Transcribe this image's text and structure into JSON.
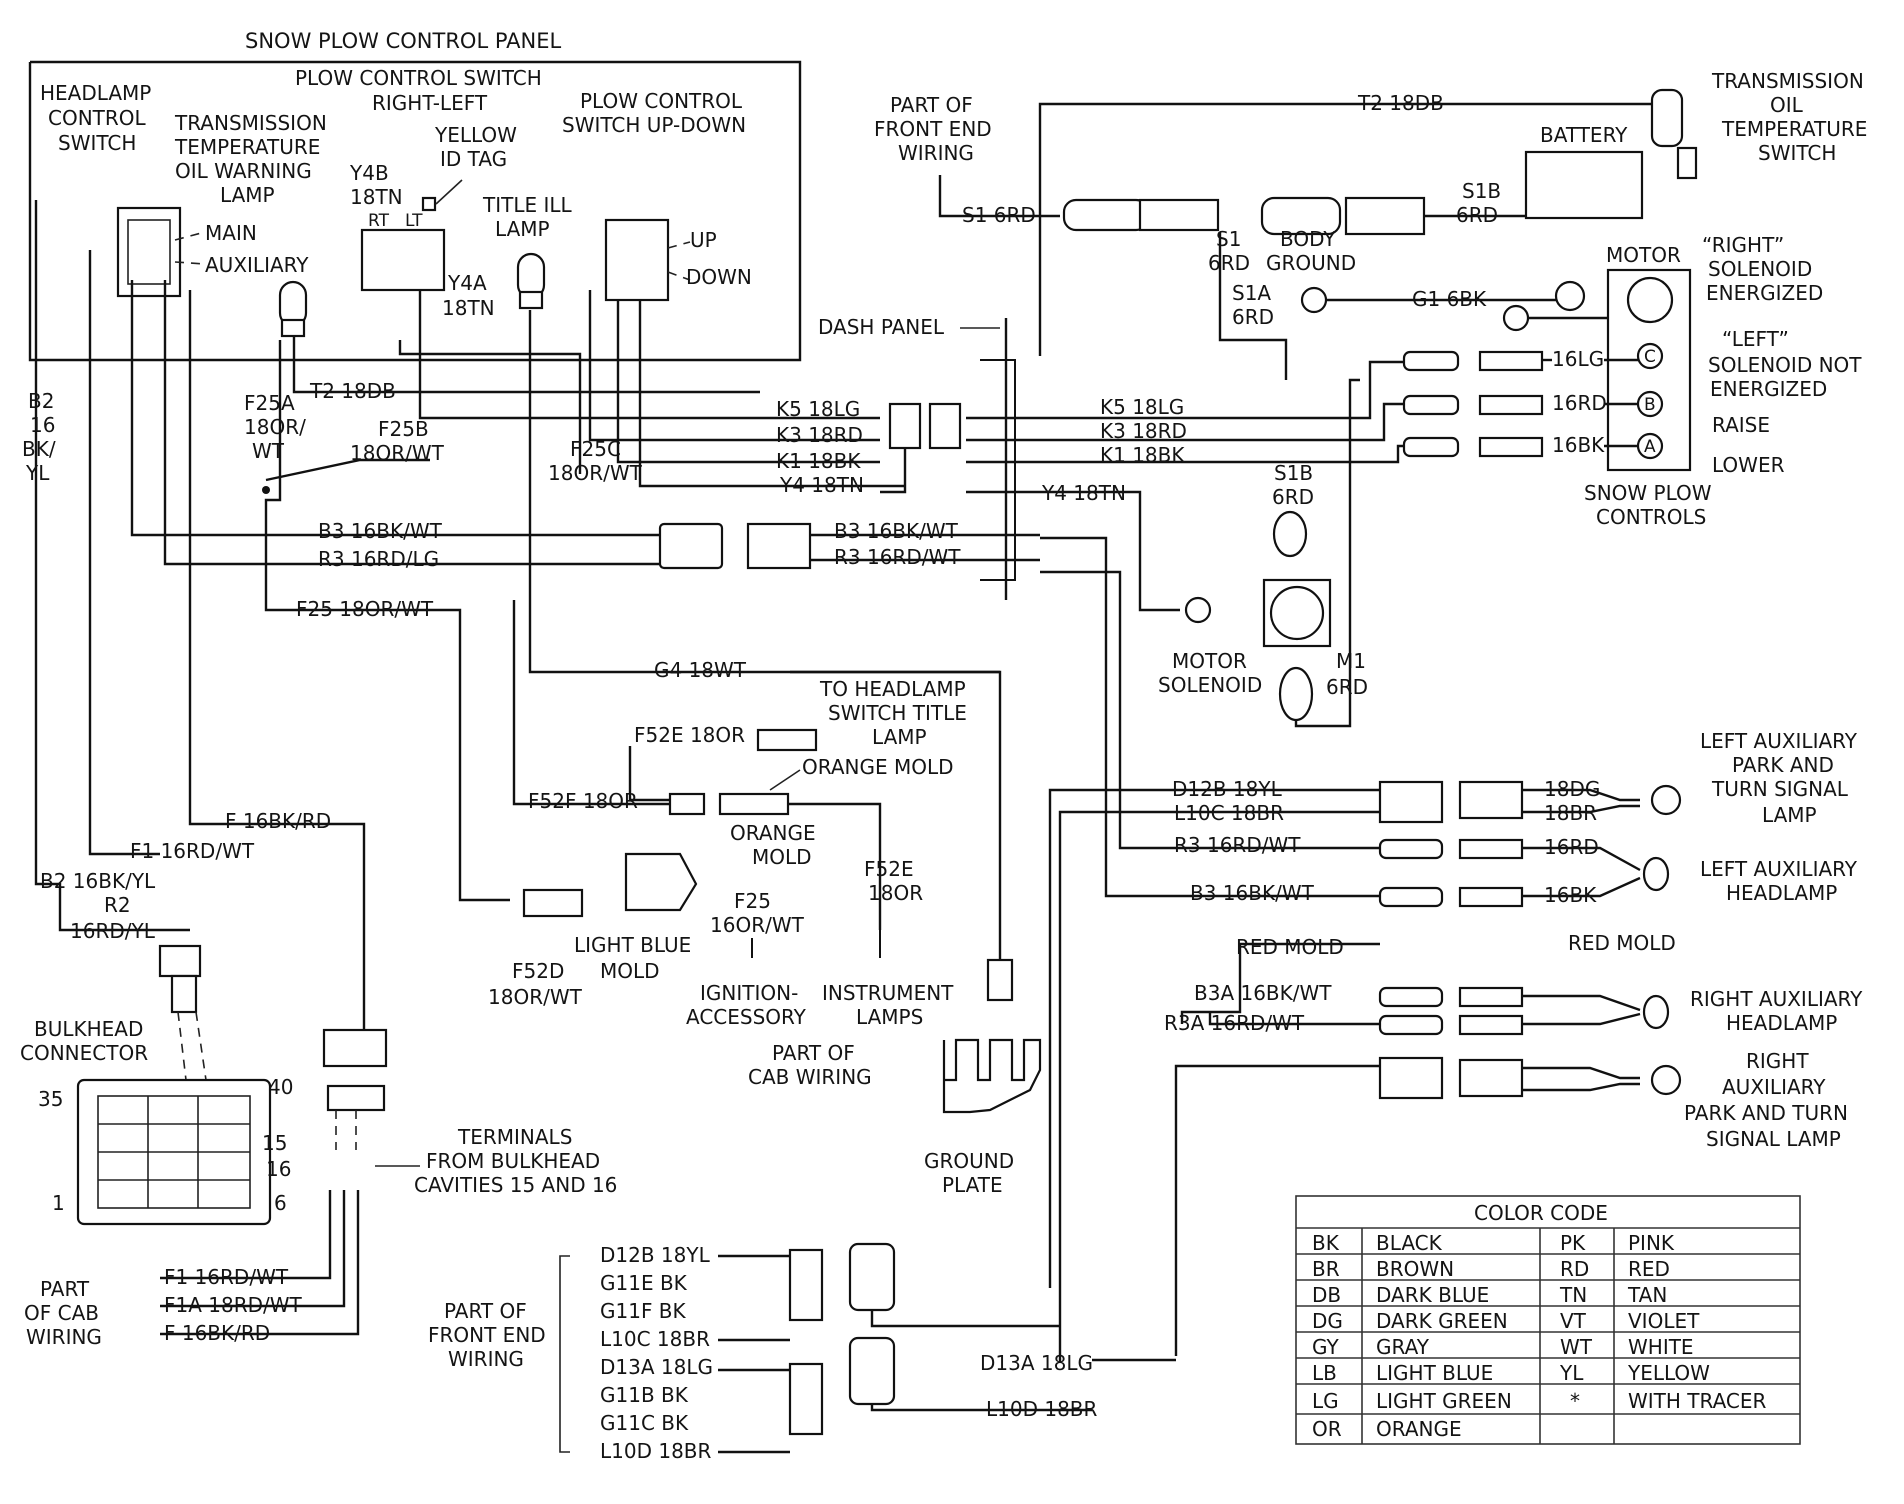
{
  "panel": {
    "title": "SNOW PLOW CONTROL PANEL",
    "headlamp_switch": [
      "HEADLAMP",
      "CONTROL",
      "SWITCH"
    ],
    "trans_lamp": [
      "TRANSMISSION",
      "TEMPERATURE",
      "OIL WARNING",
      "LAMP"
    ],
    "plow_switch_rl": [
      "PLOW CONTROL SWITCH",
      "RIGHT-LEFT"
    ],
    "yellow_tag": [
      "YELLOW",
      "ID TAG"
    ],
    "plow_switch_ud": [
      "PLOW CONTROL",
      "SWITCH UP-DOWN"
    ],
    "title_lamp": [
      "TITLE ILL",
      "LAMP"
    ],
    "main": "MAIN",
    "auxiliary": "AUXILIARY",
    "up": "UP",
    "down": "DOWN",
    "rt": "RT",
    "lt": "LT",
    "y4b": "Y4B",
    "y4b_size": "18TN",
    "y4a": "Y4A",
    "y4a_size": "18TN"
  },
  "left": {
    "b2": [
      "B2",
      "16",
      "BK/",
      "YL"
    ],
    "f25a": [
      "F25A",
      "18OR/",
      "WT"
    ],
    "t2": "T2 18DB",
    "f25b": [
      "F25B",
      "18OR/WT"
    ],
    "f25c": [
      "F25C",
      "18OR/WT"
    ],
    "b3": "B3 16BK/WT",
    "r3": "R3 16RD/LG",
    "f25": "F25 18OR/WT",
    "f16": "F 16BK/RD",
    "f1": "F1 16RD/WT",
    "b2_16": "B2 16BK/YL",
    "r2": [
      "R2",
      "16RD/YL"
    ]
  },
  "bulkhead": {
    "title": [
      "BULKHEAD",
      "CONNECTOR"
    ],
    "pin35": "35",
    "pin40": "40",
    "pin15": "15",
    "pin16": "16",
    "pin1": "1",
    "pin6": "6",
    "terminals": [
      "TERMINALS",
      "FROM BULKHEAD",
      "CAVITIES 15 AND 16"
    ],
    "cab_wiring": [
      "PART",
      "OF CAB",
      "WIRING"
    ],
    "cab_f1": "F1 16RD/WT",
    "cab_f1a": "F1A 18RD/WT",
    "cab_f": "F 16BK/RD"
  },
  "center": {
    "k5": "K5 18LG",
    "k3": "K3 18RD",
    "k1": "K1 18BK",
    "y4": "Y4 18TN",
    "b3": "B3 16BK/WT",
    "r3": "R3 16RD/WT",
    "g4": "G4 18WT",
    "to_headlamp": [
      "TO HEADLAMP",
      "SWITCH TITLE",
      "LAMP"
    ],
    "f52e": "F52E 18OR",
    "orange_mold": "ORANGE MOLD",
    "f52f": "F52F 18OR",
    "orange_mold2": [
      "ORANGE",
      "MOLD"
    ],
    "f52e_v": [
      "F52E",
      "18OR"
    ],
    "f25_16": [
      "F25",
      "16OR/WT"
    ],
    "light_blue": [
      "LIGHT BLUE",
      "MOLD"
    ],
    "f52d": [
      "F52D",
      "18OR/WT"
    ],
    "ignition": [
      "IGNITION-",
      "ACCESSORY"
    ],
    "instrument": [
      "INSTRUMENT",
      "LAMPS"
    ],
    "part_cab": [
      "PART OF",
      "CAB WIRING"
    ],
    "ground_plate": [
      "GROUND",
      "PLATE"
    ],
    "dash_panel": "DASH PANEL",
    "front_end": [
      "PART OF",
      "FRONT END",
      "WIRING"
    ],
    "s1": "S1 6RD"
  },
  "right": {
    "t2": "T2 18DB",
    "trans_switch": [
      "TRANSMISSION",
      "OIL",
      "TEMPERATURE",
      "SWITCH"
    ],
    "battery": "BATTERY",
    "s1b_top": [
      "S1B",
      "6RD"
    ],
    "s1": [
      "S1",
      "6RD"
    ],
    "body_ground": [
      "BODY",
      "GROUND"
    ],
    "s1a": [
      "S1A",
      "6RD"
    ],
    "g1": "G1 6BK",
    "motor": "MOTOR",
    "right_sol": [
      "“RIGHT”",
      "SOLENOID",
      "ENERGIZED"
    ],
    "left_sol": [
      "“LEFT”",
      "SOLENOID NOT",
      "ENERGIZED"
    ],
    "raise": "RAISE",
    "lower": "LOWER",
    "w16lg": "16LG",
    "w16rd": "16RD",
    "w16bk": "16BK",
    "term_c": "C",
    "term_b": "B",
    "term_a": "A",
    "snow_plow_controls": [
      "SNOW PLOW",
      "CONTROLS"
    ],
    "k5": "K5 18LG",
    "k3": "K3 18RD",
    "k1": "K1 18BK",
    "y4": "Y4 18TN",
    "s1b": [
      "S1B",
      "6RD"
    ],
    "motor_sol": [
      "MOTOR",
      "SOLENOID"
    ],
    "m1": [
      "M1",
      "6RD"
    ]
  },
  "aux": {
    "d12b": "D12B 18YL",
    "l10c": "L10C 18BR",
    "r3": "R3 16RD/WT",
    "b3": "B3 16BK/WT",
    "b3a": "B3A 16BK/WT",
    "r3a": "R3A 16RD/WT",
    "red_mold_l": "RED MOLD",
    "red_mold_r": "RED MOLD",
    "w18dg": "18DG",
    "w18br": "18BR",
    "w16rd": "16RD",
    "w16bk": "16BK",
    "left_park": [
      "LEFT AUXILIARY",
      "PARK AND",
      "TURN SIGNAL",
      "LAMP"
    ],
    "left_head": [
      "LEFT AUXILIARY",
      "HEADLAMP"
    ],
    "right_head": [
      "RIGHT AUXILIARY",
      "HEADLAMP"
    ],
    "right_park": [
      "RIGHT",
      "AUXILIARY",
      "PARK AND TURN",
      "SIGNAL LAMP"
    ]
  },
  "front": {
    "title": [
      "PART OF",
      "FRONT END",
      "WIRING"
    ],
    "d12b": "D12B 18YL",
    "g11e": "G11E  BK",
    "g11f": "G11F  BK",
    "l10c": "L10C  18BR",
    "d13a": "D13A  18LG",
    "g11b": "G11B  BK",
    "g11c": "G11C  BK",
    "l10d": "L10D  18BR",
    "d13a_r": "D13A 18LG",
    "l10d_r": "L10D 18BR"
  },
  "color_code": {
    "title": "COLOR CODE",
    "rows": [
      [
        "BK",
        "BLACK",
        "PK",
        "PINK"
      ],
      [
        "BR",
        "BROWN",
        "RD",
        "RED"
      ],
      [
        "DB",
        "DARK BLUE",
        "TN",
        "TAN"
      ],
      [
        "DG",
        "DARK GREEN",
        "VT",
        "VIOLET"
      ],
      [
        "GY",
        "GRAY",
        "WT",
        "WHITE"
      ],
      [
        "LB",
        "LIGHT BLUE",
        "YL",
        "YELLOW"
      ],
      [
        "LG",
        "LIGHT GREEN",
        "*",
        "WITH TRACER"
      ],
      [
        "OR",
        "ORANGE",
        "",
        ""
      ]
    ]
  }
}
